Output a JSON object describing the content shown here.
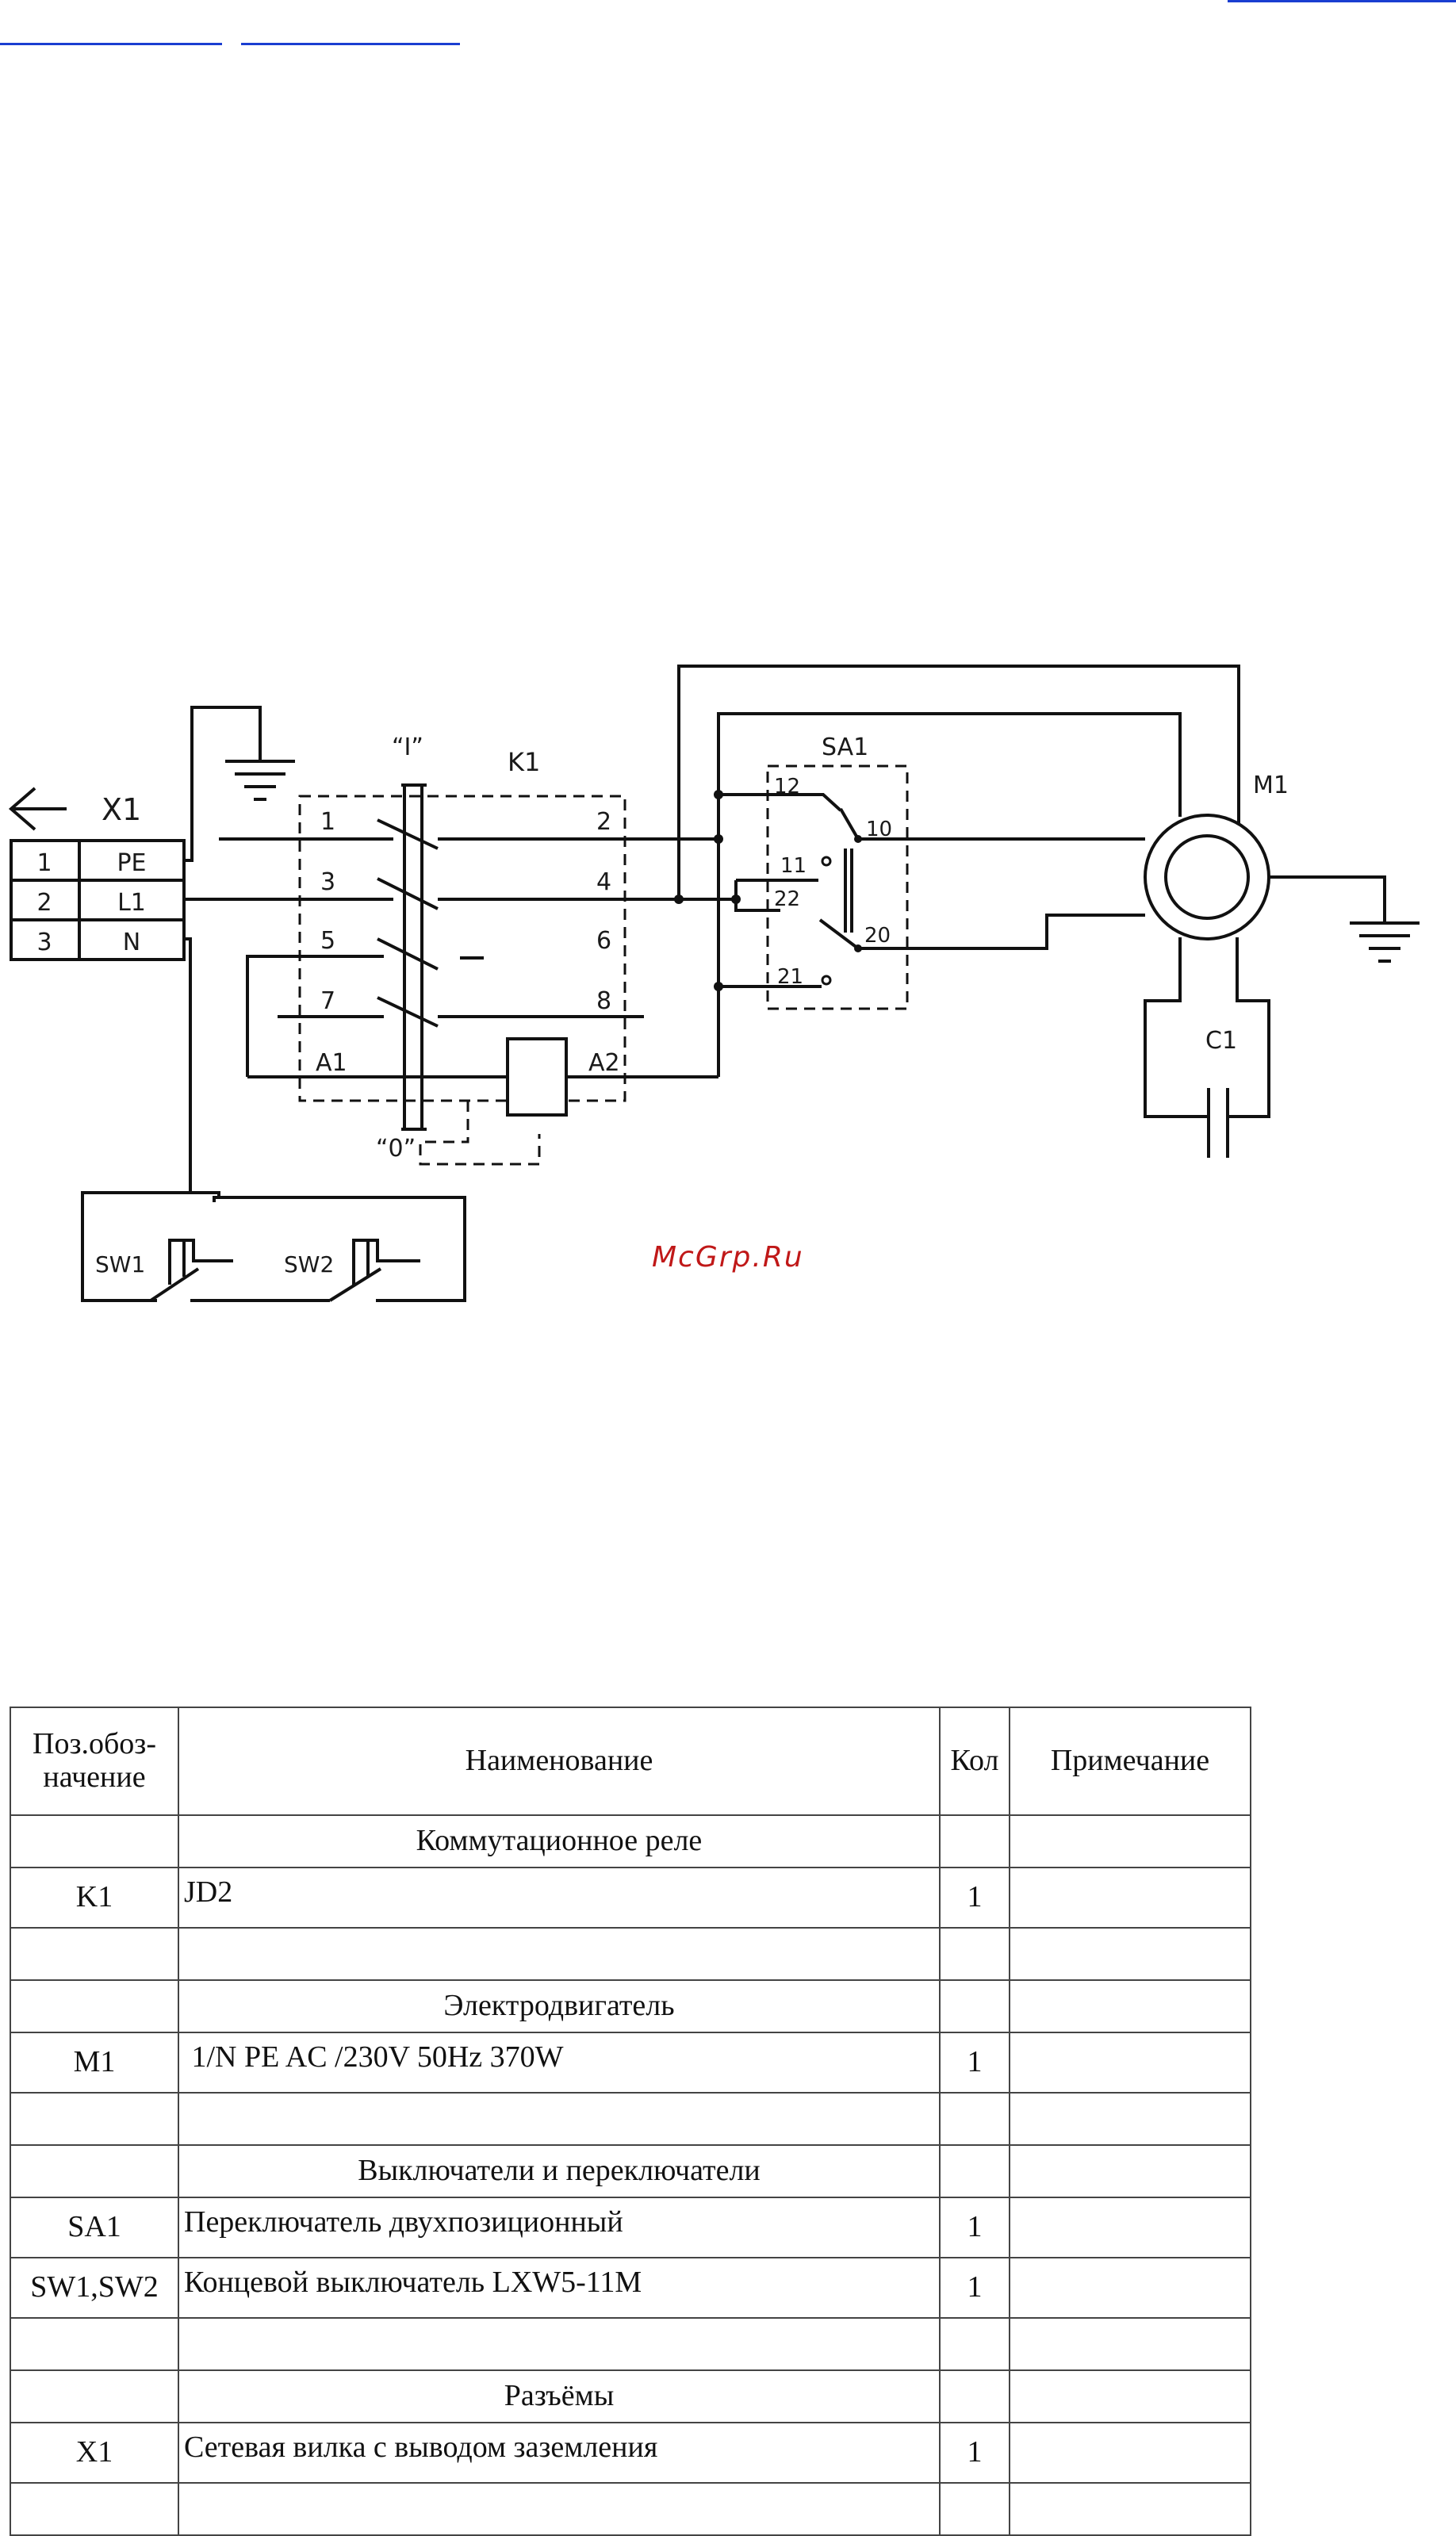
{
  "diagram": {
    "x1": {
      "label": "X1",
      "rows": [
        {
          "num": "1",
          "name": "PE"
        },
        {
          "num": "2",
          "name": "L1"
        },
        {
          "num": "3",
          "name": "N"
        }
      ]
    },
    "k1": {
      "label": "K1",
      "pos_on": "“I”",
      "pos_off": "“0”",
      "contacts_left": [
        "1",
        "3",
        "5",
        "7"
      ],
      "contacts_right": [
        "2",
        "4",
        "6",
        "8"
      ],
      "coil_left": "A1",
      "coil_right": "A2"
    },
    "sa1": {
      "label": "SA1",
      "terminals": [
        "12",
        "11",
        "22",
        "21",
        "10",
        "20"
      ]
    },
    "m1_label": "M1",
    "c1_label": "C1",
    "sw1_label": "SW1",
    "sw2_label": "SW2",
    "watermark": "McGrp.Ru"
  },
  "table": {
    "headers": {
      "pos": "Поз.обоз-\nначение",
      "name": "Наименование",
      "qty": "Кол",
      "note": "Примечание"
    },
    "rows": [
      {
        "type": "section",
        "name": "Коммутационное реле"
      },
      {
        "type": "item",
        "pos": "K1",
        "name": "JD2",
        "qty": "1",
        "note": ""
      },
      {
        "type": "blank"
      },
      {
        "type": "section",
        "name": "Электродвигатель"
      },
      {
        "type": "item",
        "pos": "M1",
        "name": " 1/N PE AC /230V 50Hz 370W",
        "qty": "1",
        "note": ""
      },
      {
        "type": "blank"
      },
      {
        "type": "section",
        "name": "Выключатели и переключатели"
      },
      {
        "type": "item",
        "pos": "SA1",
        "name": "Переключатель двухпозиционный",
        "qty": "1",
        "note": ""
      },
      {
        "type": "item",
        "pos": "SW1,SW2",
        "name": "Концевой выключатель LXW5-11M",
        "qty": "1",
        "note": ""
      },
      {
        "type": "blank"
      },
      {
        "type": "section",
        "name": "Разъёмы"
      },
      {
        "type": "item",
        "pos": "X1",
        "name": "Сетевая вилка с выводом заземления",
        "qty": "1",
        "note": ""
      },
      {
        "type": "blank"
      }
    ]
  }
}
